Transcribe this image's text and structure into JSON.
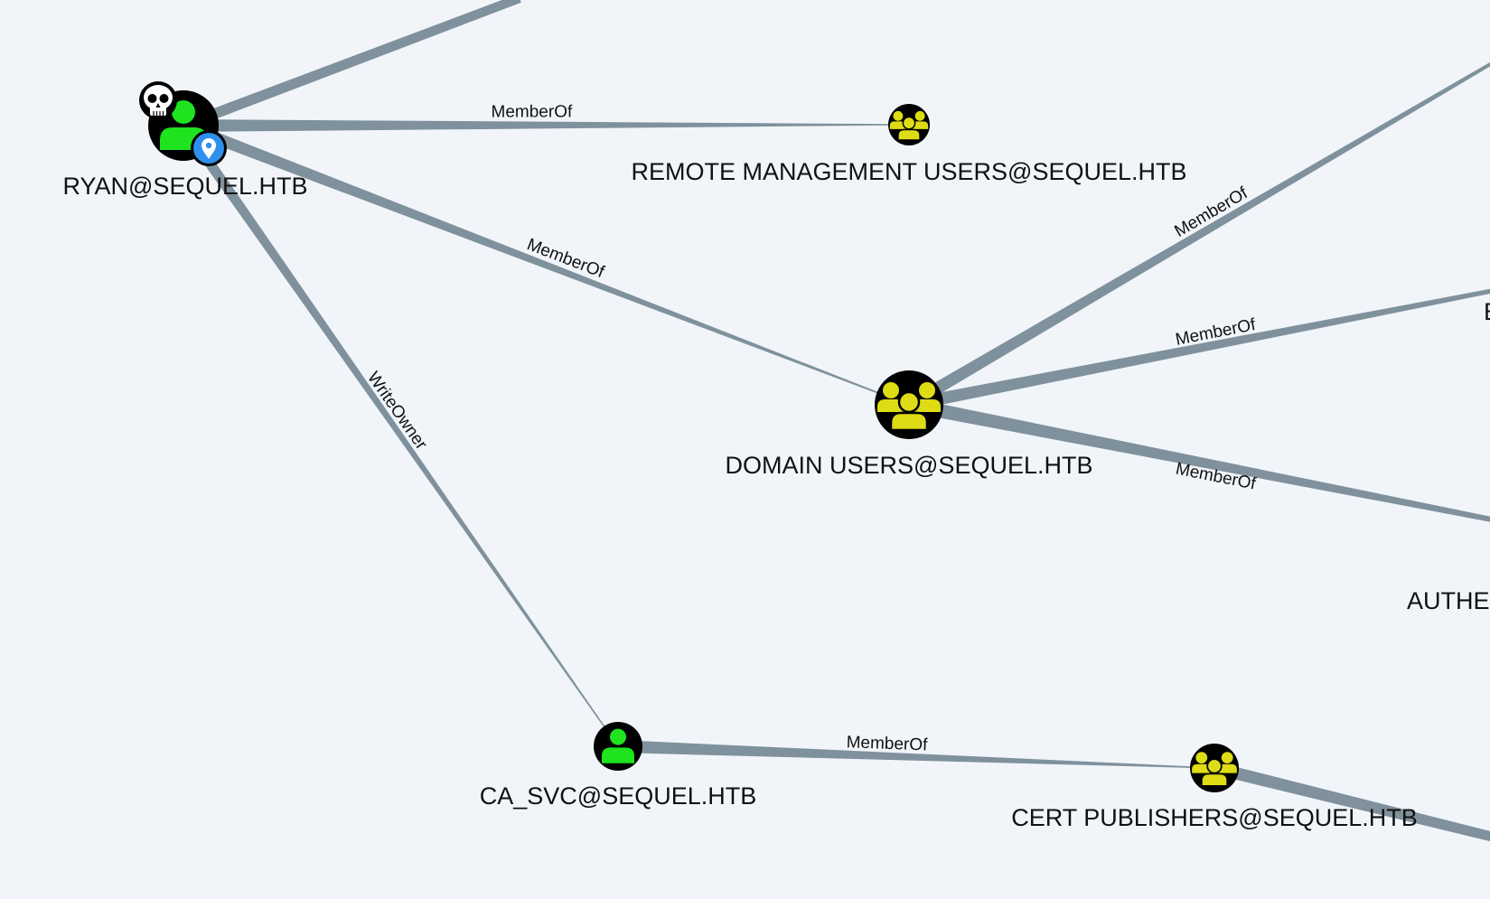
{
  "colors": {
    "background": "#f1f5f9",
    "edge": "#7f919c",
    "user_icon": "#1ee31e",
    "group_icon": "#dedc14",
    "node_fill": "#000000",
    "owned_marker": "#ffffff",
    "pin_marker": "#2f8fec"
  },
  "nodes": [
    {
      "id": "ryan",
      "label": "RYAN@SEQUEL.HTB",
      "kind": "user",
      "owned": true,
      "pinned": true
    },
    {
      "id": "rmu",
      "label": "REMOTE MANAGEMENT USERS@SEQUEL.HTB",
      "kind": "group"
    },
    {
      "id": "du",
      "label": "DOMAIN USERS@SEQUEL.HTB",
      "kind": "group"
    },
    {
      "id": "casvc",
      "label": "CA_SVC@SEQUEL.HTB",
      "kind": "user"
    },
    {
      "id": "cp",
      "label": "CERT PUBLISHERS@SEQUEL.HTB",
      "kind": "group"
    },
    {
      "id": "edge_b",
      "label": "B",
      "kind": "label-only"
    },
    {
      "id": "edge_auth",
      "label": "AUTHE",
      "kind": "label-only"
    }
  ],
  "edges": [
    {
      "id": "ryan-offscreen",
      "from": "ryan",
      "to": "offscreen-top",
      "label": ""
    },
    {
      "id": "ryan-rmu",
      "from": "ryan",
      "to": "rmu",
      "label": "MemberOf"
    },
    {
      "id": "ryan-du",
      "from": "ryan",
      "to": "du",
      "label": "MemberOf"
    },
    {
      "id": "ryan-casvc",
      "from": "ryan",
      "to": "casvc",
      "label": "WriteOwner"
    },
    {
      "id": "du-topright",
      "from": "du",
      "to": "offscreen-top-right",
      "label": "MemberOf"
    },
    {
      "id": "du-right",
      "from": "du",
      "to": "offscreen-right",
      "label": "MemberOf"
    },
    {
      "id": "du-authe",
      "from": "du",
      "to": "offscreen-lower-right",
      "label": "MemberOf"
    },
    {
      "id": "casvc-cp",
      "from": "casvc",
      "to": "cp",
      "label": "MemberOf"
    },
    {
      "id": "cp-offscreen",
      "from": "cp",
      "to": "offscreen-bottom-right",
      "label": ""
    }
  ],
  "icons": {
    "user": "user-icon",
    "group": "group-icon",
    "owned": "skull-icon",
    "pinned": "map-pin-icon"
  }
}
